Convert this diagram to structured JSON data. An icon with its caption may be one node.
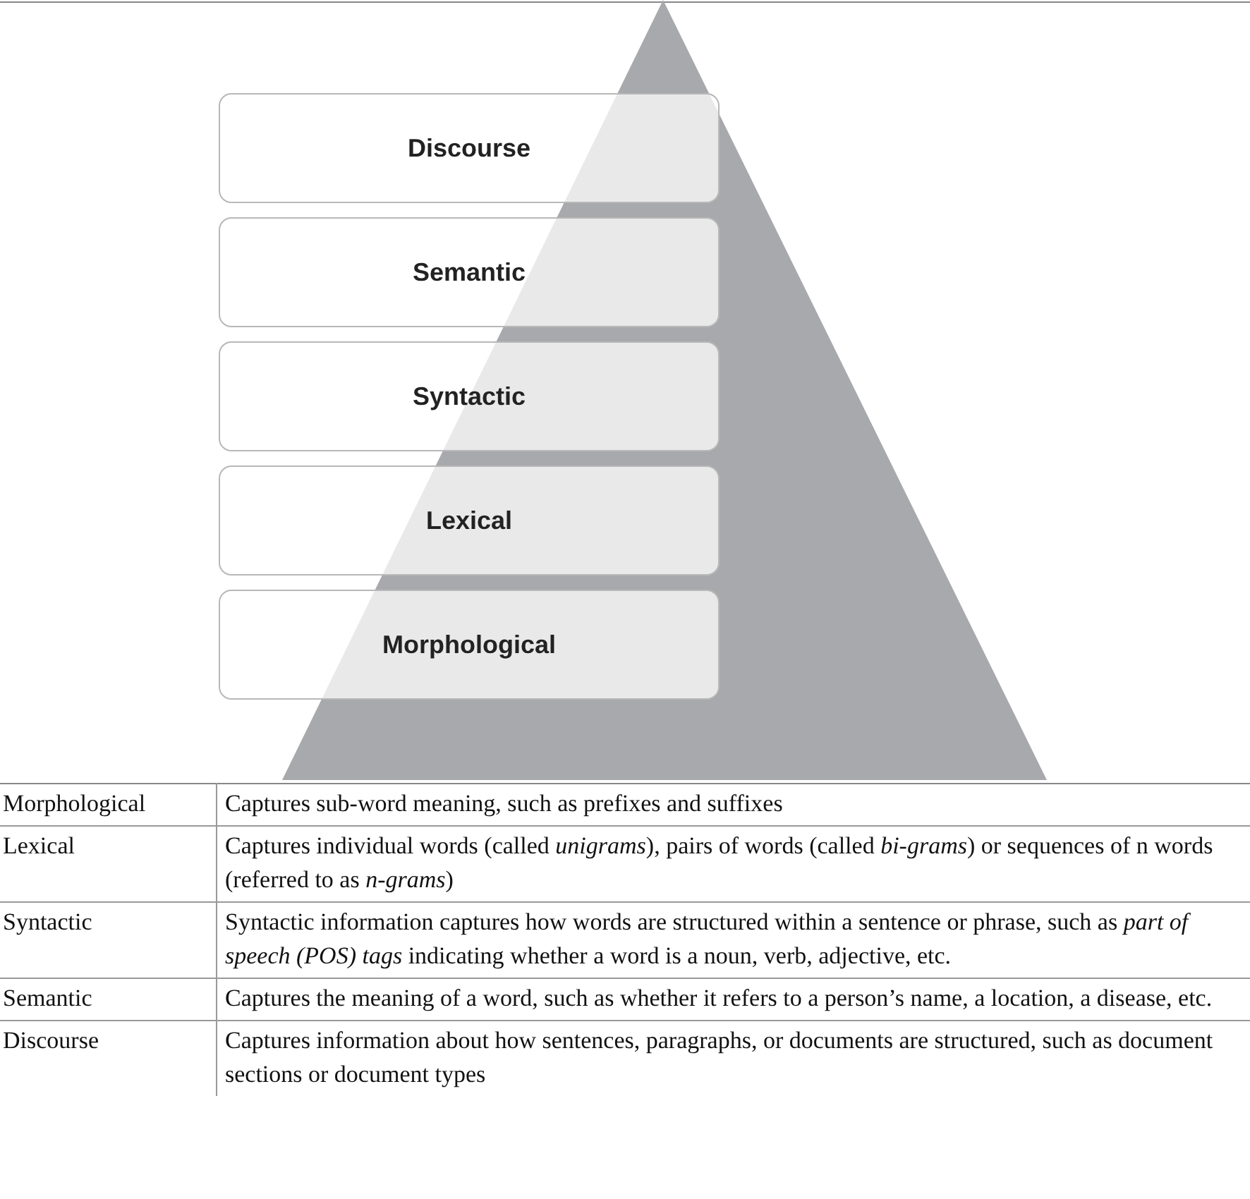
{
  "diagram": {
    "nodes": [
      {
        "text": [
          "Discourse"
        ]
      },
      {
        "text": [
          "Semantic"
        ]
      },
      {
        "text": [
          "Syntactic"
        ]
      },
      {
        "text": [
          "Lexical"
        ]
      },
      {
        "text": [
          "Morphological"
        ]
      }
    ],
    "labels": [
      "Morphological",
      "Captures sub-word meaning, such as prefixes and suffixes",
      "Lexical",
      "Captures individual words (called *unigrams*), pairs of words (called *bi-grams*) or sequences of n words (referred to as *n-grams*)",
      "Syntactic",
      "Syntactic information captures how words are structured within a sentence or phrase, such as *part of speech (POS) tags* indicating whether a word is a noun, verb, adjective, etc.",
      "Semantic",
      "Captures the meaning of a word, such as whether it refers to a person’s name, a location, a disease, etc.",
      "Discourse",
      "Captures information about how sentences, paragraphs, or documents are structured, such as document sections or document types"
    ]
  }
}
